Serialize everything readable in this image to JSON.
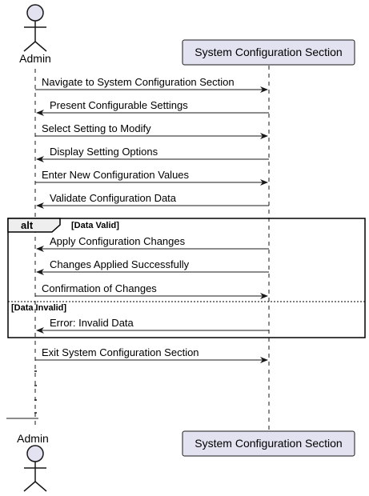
{
  "participants": {
    "admin": {
      "label": "Admin",
      "kind": "actor"
    },
    "system": {
      "label": "System Configuration Section",
      "kind": "participant"
    }
  },
  "messages": [
    {
      "from": "admin",
      "to": "system",
      "label": "Navigate to System Configuration Section"
    },
    {
      "from": "system",
      "to": "admin",
      "label": "Present Configurable Settings"
    },
    {
      "from": "admin",
      "to": "system",
      "label": "Select Setting to Modify"
    },
    {
      "from": "system",
      "to": "admin",
      "label": "Display Setting Options"
    },
    {
      "from": "admin",
      "to": "system",
      "label": "Enter New Configuration Values"
    },
    {
      "from": "system",
      "to": "admin",
      "label": "Validate Configuration Data"
    },
    {
      "from": "system",
      "to": "admin",
      "label": "Apply Configuration Changes"
    },
    {
      "from": "system",
      "to": "admin",
      "label": "Changes Applied Successfully"
    },
    {
      "from": "admin",
      "to": "system",
      "label": "Confirmation of Changes"
    },
    {
      "from": "system",
      "to": "admin",
      "label": "Error: Invalid Data"
    },
    {
      "from": "admin",
      "to": "system",
      "label": "Exit System Configuration Section"
    }
  ],
  "alt_frame": {
    "keyword": "alt",
    "guards": [
      "[Data Valid]",
      "[Data Invalid]"
    ]
  },
  "colors": {
    "participant_fill": "#e2e2f0",
    "participant_border": "#181818",
    "lifeline": "#181818",
    "arrow": "#181818"
  }
}
